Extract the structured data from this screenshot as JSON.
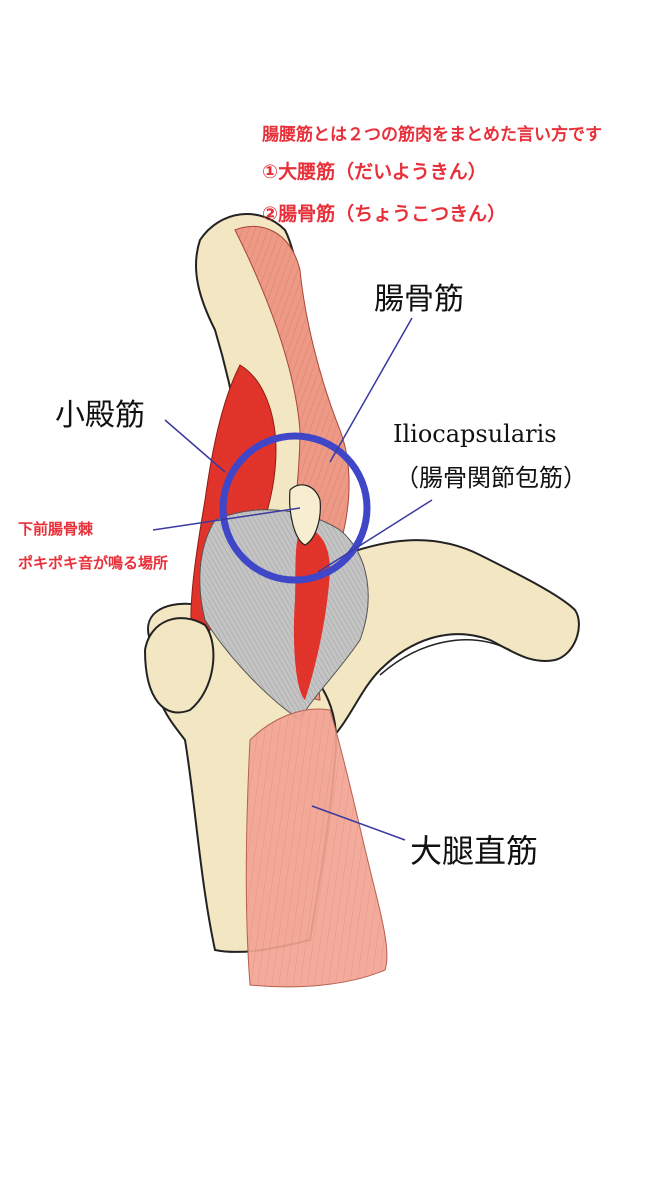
{
  "notes": {
    "intro": "腸腰筋とは２つの筋肉をまとめた言い方です",
    "item1": "①大腰筋（だいようきん）",
    "item2": "②腸骨筋（ちょうこつきん）"
  },
  "labels": {
    "iliacus": "腸骨筋",
    "gluteus_minimus": "小殿筋",
    "iliocapsularis_en": "Iliocapsularis",
    "iliocapsularis_jp": "（腸骨関節包筋）",
    "aiis": "下前腸骨棘",
    "popping": "ポキポキ音が鳴る場所",
    "rectus_femoris": "大腿直筋"
  },
  "colors": {
    "red_text": "#e8303a",
    "leader_line": "#3a3aa0",
    "highlight_circle": "#4046c8",
    "bone": "#f3e6c2",
    "muscle_light": "#f0a08c",
    "muscle_dark": "#e2332a",
    "ligament": "#b8b8b8"
  }
}
